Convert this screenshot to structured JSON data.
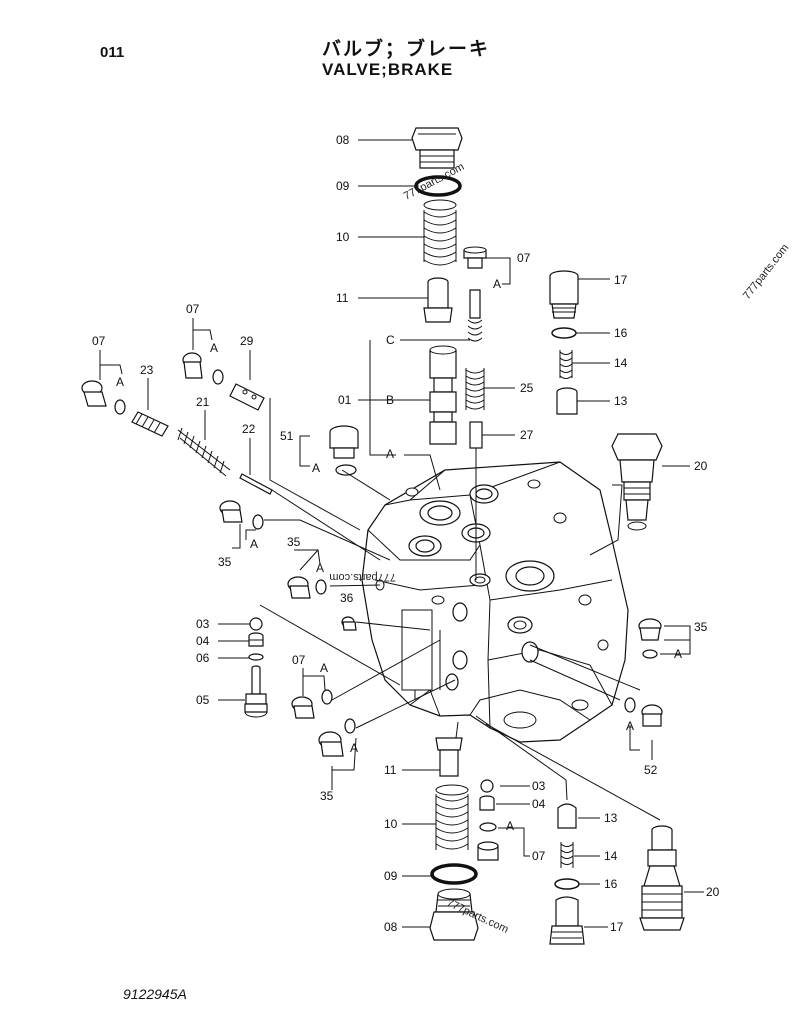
{
  "header": {
    "sheet_number": "011",
    "title_jp": "バルブ；ブレーキ",
    "title_en": "VALVE;BRAKE"
  },
  "footer": {
    "drawing_number": "9122945A"
  },
  "watermarks": [
    "777parts.com",
    "777parts.com",
    "777parts.com",
    "777parts.com"
  ],
  "callouts": {
    "c08a": "08",
    "c09a": "09",
    "c10a": "10",
    "c11a": "11",
    "c07a": "07",
    "c17a": "17",
    "c16a": "16",
    "c14a": "14",
    "c13a": "13",
    "c25": "25",
    "c27": "27",
    "c01": "01",
    "c07b": "07",
    "c07c": "07",
    "c29": "29",
    "c23": "23",
    "c21": "21",
    "c22": "22",
    "c51": "51",
    "c20a": "20",
    "c35a": "35",
    "c35b": "35",
    "c36": "36",
    "c03a": "03",
    "c04a": "04",
    "c06": "06",
    "c05": "05",
    "c07d": "07",
    "c35c": "35",
    "c35d": "35",
    "c52": "52",
    "c11b": "11",
    "c03b": "03",
    "c04b": "04",
    "c10b": "10",
    "c13b": "13",
    "c07e": "07",
    "c14b": "14",
    "c09b": "09",
    "c16b": "16",
    "c20b": "20",
    "c08b": "08",
    "c17b": "17"
  },
  "markers": {
    "A": "A",
    "B": "B",
    "C": "C"
  }
}
